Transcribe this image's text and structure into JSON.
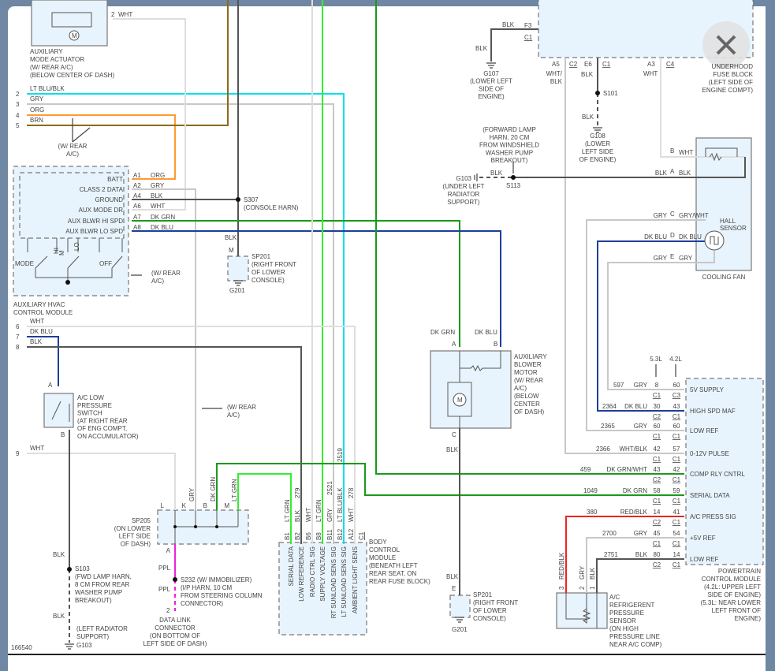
{
  "diagram_id": "166540",
  "close_button": {
    "icon": "close-icon"
  },
  "wire_colors": {
    "cyan": "#00e0f0",
    "gry": "#c8c8c8",
    "wht": "#dedede",
    "org": "#ff9a2e",
    "brn": "#8a6a1a",
    "blk": "#555555",
    "dkgrn": "#1a9a1a",
    "ltgrn": "#33ee33",
    "dkblu": "#1c3f9c",
    "red": "#ee2222",
    "ppl": "#ee22dd"
  },
  "aux_mode_actuator": {
    "pin": "2",
    "wire": "WHT",
    "motor": "M",
    "title": [
      "AUXILIARY",
      "MODE ACTUATOR",
      "(W/ REAR A/C)",
      "(BELOW CENTER OF DASH)"
    ]
  },
  "left_harness": {
    "pins": [
      "2",
      "3",
      "4",
      "5",
      "6",
      "7",
      "8",
      "9"
    ],
    "wires": [
      "LT BLU/BLK",
      "GRY",
      "ORG",
      "BRN",
      "WHT",
      "DK BLU",
      "BLK",
      "WHT"
    ],
    "note": [
      "(W/ REAR",
      "A/C)"
    ]
  },
  "aux_hvac": {
    "title": [
      "AUXILIARY HVAC",
      "CONTROL MODULE"
    ],
    "terminals": [
      {
        "label": "BATT",
        "pin": "A1",
        "wire": "ORG"
      },
      {
        "label": "CLASS 2 DATA",
        "pin": "A2",
        "wire": "GRY"
      },
      {
        "label": "GROUND",
        "pin": "A4",
        "wire": "BLK"
      },
      {
        "label": "AUX MODE DR",
        "pin": "A6",
        "wire": "WHT"
      },
      {
        "label": "AUX BLWR HI SPD",
        "pin": "A7",
        "wire": "DK GRN"
      },
      {
        "label": "AUX BLWR LO SPD",
        "pin": "A8",
        "wire": "DK BLU"
      }
    ],
    "switch": {
      "mode": "MODE",
      "hi": "HI",
      "m": "M",
      "lo": "LO",
      "off": "OFF"
    },
    "note": [
      "(W/ REAR",
      "A/C)"
    ]
  },
  "s307": {
    "id": "S307",
    "desc": "(CONSOLE HARN)",
    "wire": "BLK"
  },
  "sp201_upper": {
    "pin": "M",
    "title": [
      "SP201",
      "(RIGHT FRONT",
      "OF LOWER",
      "CONSOLE)"
    ],
    "ground": "G201"
  },
  "ac_low_switch": {
    "pin_a": "A",
    "pin_b": "B",
    "title": [
      "A/C LOW",
      "PRESSURE",
      "SWITCH",
      "(AT RIGHT REAR",
      "OF ENG COMPT,",
      "ON ACCUMULATOR)"
    ]
  },
  "gry_note": [
    "(W/ REAR",
    "A/C)"
  ],
  "sp205": {
    "pins": [
      "L",
      "K",
      "B",
      "M"
    ],
    "pin_out": "A",
    "wires": [
      "GRY",
      "DK GRN",
      "LT GRN"
    ],
    "title": [
      "SP205",
      "(ON LOWER",
      "LEFT SIDE",
      "OF DASH)"
    ]
  },
  "s103": {
    "wire_top": "BLK",
    "id": "S103",
    "desc": [
      "(FWD LAMP HARN,",
      "8 CM FROM REAR",
      "WASHER PUMP",
      "BREAKOUT)"
    ],
    "wire_bottom": "BLK",
    "ground_desc": [
      "(LEFT RADIATOR",
      "SUPPORT)"
    ],
    "ground": "G103"
  },
  "s232": {
    "wire_top": "PPL",
    "wire_bottom": "PPL",
    "desc": [
      "S232 (W/ IMMOBILIZER)",
      "(I/P HARN, 10 CM",
      "FROM STEERING COLUMN",
      "CONNECTOR)"
    ]
  },
  "dlc": {
    "pin": "2",
    "title": [
      "DATA LINK",
      "CONNECTOR",
      "(ON BOTTOM OF",
      "LEFT SIDE OF DASH)"
    ]
  },
  "bcm": {
    "connector": "C1",
    "circuits": [
      {
        "pin": "B1",
        "wire": "LT GRN",
        "circuit": "",
        "label": "SERIAL DATA"
      },
      {
        "pin": "B2",
        "wire": "BLK",
        "circuit": "279",
        "label": "LOW REFERENCE"
      },
      {
        "pin": "B6",
        "wire": "WHT",
        "circuit": "",
        "label": "RADIO CTRL SIG"
      },
      {
        "pin": "B8",
        "wire": "LT GRN",
        "circuit": "",
        "label": "SUPPLY VOLTAGE"
      },
      {
        "pin": "B11",
        "wire": "GRY",
        "circuit": "2521",
        "label": "RT SUNLOAD SENS SIG"
      },
      {
        "pin": "B12",
        "wire": "LT BLU/BLK",
        "circuit": "2519",
        "label": "LT SUNLOAD SENS SIG"
      },
      {
        "pin": "A12",
        "wire": "WHT",
        "circuit": "278",
        "label": "AMBIENT LIGHT SENS"
      }
    ],
    "title": [
      "BODY",
      "CONTROL",
      "MODULE",
      "(BENEATH LEFT",
      "REAR SEAT, ON",
      "REAR FUSE BLOCK)"
    ]
  },
  "aux_blower": {
    "wire_a": "DK GRN",
    "wire_b": "DK BLU",
    "pin_a": "A",
    "pin_b": "B",
    "pin_c": "C",
    "wire_c": "BLK",
    "motor": "M",
    "title": [
      "AUXILIARY",
      "BLOWER",
      "MOTOR",
      "(W/ REAR",
      "A/C)",
      "(BELOW",
      "CENTER",
      "OF DASH)"
    ]
  },
  "sp201_lower": {
    "wire": "BLK",
    "pin": "E",
    "title": [
      "SP201",
      "(RIGHT FRONT",
      "OF LOWER",
      "CONSOLE)"
    ],
    "ground": "G201"
  },
  "underhood": {
    "title": [
      "UNDERHOOD",
      "FUSE BLOCK",
      "(LEFT SIDE OF",
      "ENGINE COMPT)"
    ],
    "f3": {
      "pin": "F3",
      "conn": "C1",
      "wire": "BLK",
      "wire2": "BLK"
    },
    "a5": {
      "pin": "A5",
      "conn": "C2",
      "wire": [
        "WHT/",
        "BLK"
      ]
    },
    "e6": {
      "pin": "E6",
      "conn": "C1",
      "wire": "BLK"
    },
    "a3": {
      "pin": "A3",
      "conn": "C4",
      "wire": "WHT"
    }
  },
  "g107": [
    "G107",
    "(LOWER LEFT",
    "SIDE OF",
    "ENGINE)"
  ],
  "s101": {
    "id": "S101",
    "wire": "BLK"
  },
  "g108": [
    "G108",
    "(LOWER",
    "LEFT SIDE",
    "OF ENGINE)"
  ],
  "s113": {
    "id": "S113",
    "wire": "BLK",
    "desc": [
      "(FORWARD LAMP",
      "HARN, 20 CM",
      "FROM WINDSHIELD",
      "WASHER PUMP",
      "BREAKOUT)"
    ]
  },
  "g103_right": {
    "id": "G103",
    "desc": [
      "(UNDER LEFT",
      "RADIATOR",
      "SUPPORT)"
    ]
  },
  "cooling_fan": {
    "title": "COOLING FAN",
    "hall": [
      "HALL",
      "SENSOR"
    ],
    "pins": [
      {
        "pin": "B",
        "wire_in": "",
        "wire_out": "WHT"
      },
      {
        "pin": "A",
        "wire_in": "BLK",
        "wire_out": "BLK"
      },
      {
        "pin": "C",
        "wire_in": "GRY",
        "wire_out": "GRY/WHT"
      },
      {
        "pin": "D",
        "wire_in": "DK BLU",
        "wire_out": "DK BLU"
      },
      {
        "pin": "E",
        "wire_in": "GRY",
        "wire_out": "GRY"
      }
    ]
  },
  "pcm": {
    "engines": [
      "5.3L",
      "4.2L"
    ],
    "rows": [
      {
        "circuit": "597",
        "wire": "GRY",
        "pin_53": "8",
        "conn_53": "C1",
        "pin_42": "60",
        "conn_42": "C3",
        "label": "5V SUPPLY"
      },
      {
        "circuit": "2364",
        "wire": "DK BLU",
        "pin_53": "30",
        "conn_53": "C2",
        "pin_42": "43",
        "conn_42": "C1",
        "label": "HIGH SPD MAF"
      },
      {
        "circuit": "2365",
        "wire": "GRY",
        "pin_53": "60",
        "conn_53": "C1",
        "pin_42": "60",
        "conn_42": "C1",
        "label": "LOW REF"
      },
      {
        "circuit": "2366",
        "wire": "WHT/BLK",
        "pin_53": "42",
        "conn_53": "C1",
        "pin_42": "57",
        "conn_42": "C1",
        "label": "0-12V PULSE"
      },
      {
        "circuit": "459",
        "wire": "DK GRN/WHT",
        "pin_53": "43",
        "conn_53": "C2",
        "pin_42": "42",
        "conn_42": "C1",
        "label": "COMP RLY CNTRL"
      },
      {
        "circuit": "1049",
        "wire": "DK GRN",
        "pin_53": "58",
        "conn_53": "C1",
        "pin_42": "59",
        "conn_42": "C1",
        "label": "SERIAL DATA"
      },
      {
        "circuit": "380",
        "wire": "RED/BLK",
        "pin_53": "14",
        "conn_53": "C2",
        "pin_42": "41",
        "conn_42": "C1",
        "label": "A/C PRESS SIG"
      },
      {
        "circuit": "2700",
        "wire": "GRY",
        "pin_53": "45",
        "conn_53": "C1",
        "pin_42": "54",
        "conn_42": "C1",
        "label": "+5V REF"
      },
      {
        "circuit": "2751",
        "wire": "BLK",
        "pin_53": "80",
        "conn_53": "C2",
        "pin_42": "14",
        "conn_42": "C1",
        "label": "LOW REF"
      }
    ],
    "title": [
      "POWERTRAIN",
      "CONTROL MODULE",
      "(4.2L: UPPER LEFT",
      "SIDE OF ENGINE)",
      "(5.3L: NEAR LOWER",
      "LEFT FRONT OF",
      "ENGINE)"
    ]
  },
  "ac_sensor": {
    "pins": [
      "3",
      "2",
      "1"
    ],
    "wires": [
      "RED/BLK",
      "GRY",
      "BLK"
    ],
    "title": [
      "A/C",
      "REFRIGERENT",
      "PRESSURE",
      "SENSOR",
      "(ON HIGH",
      "PRESSURE LINE",
      "NEAR A/C COMP)"
    ]
  }
}
